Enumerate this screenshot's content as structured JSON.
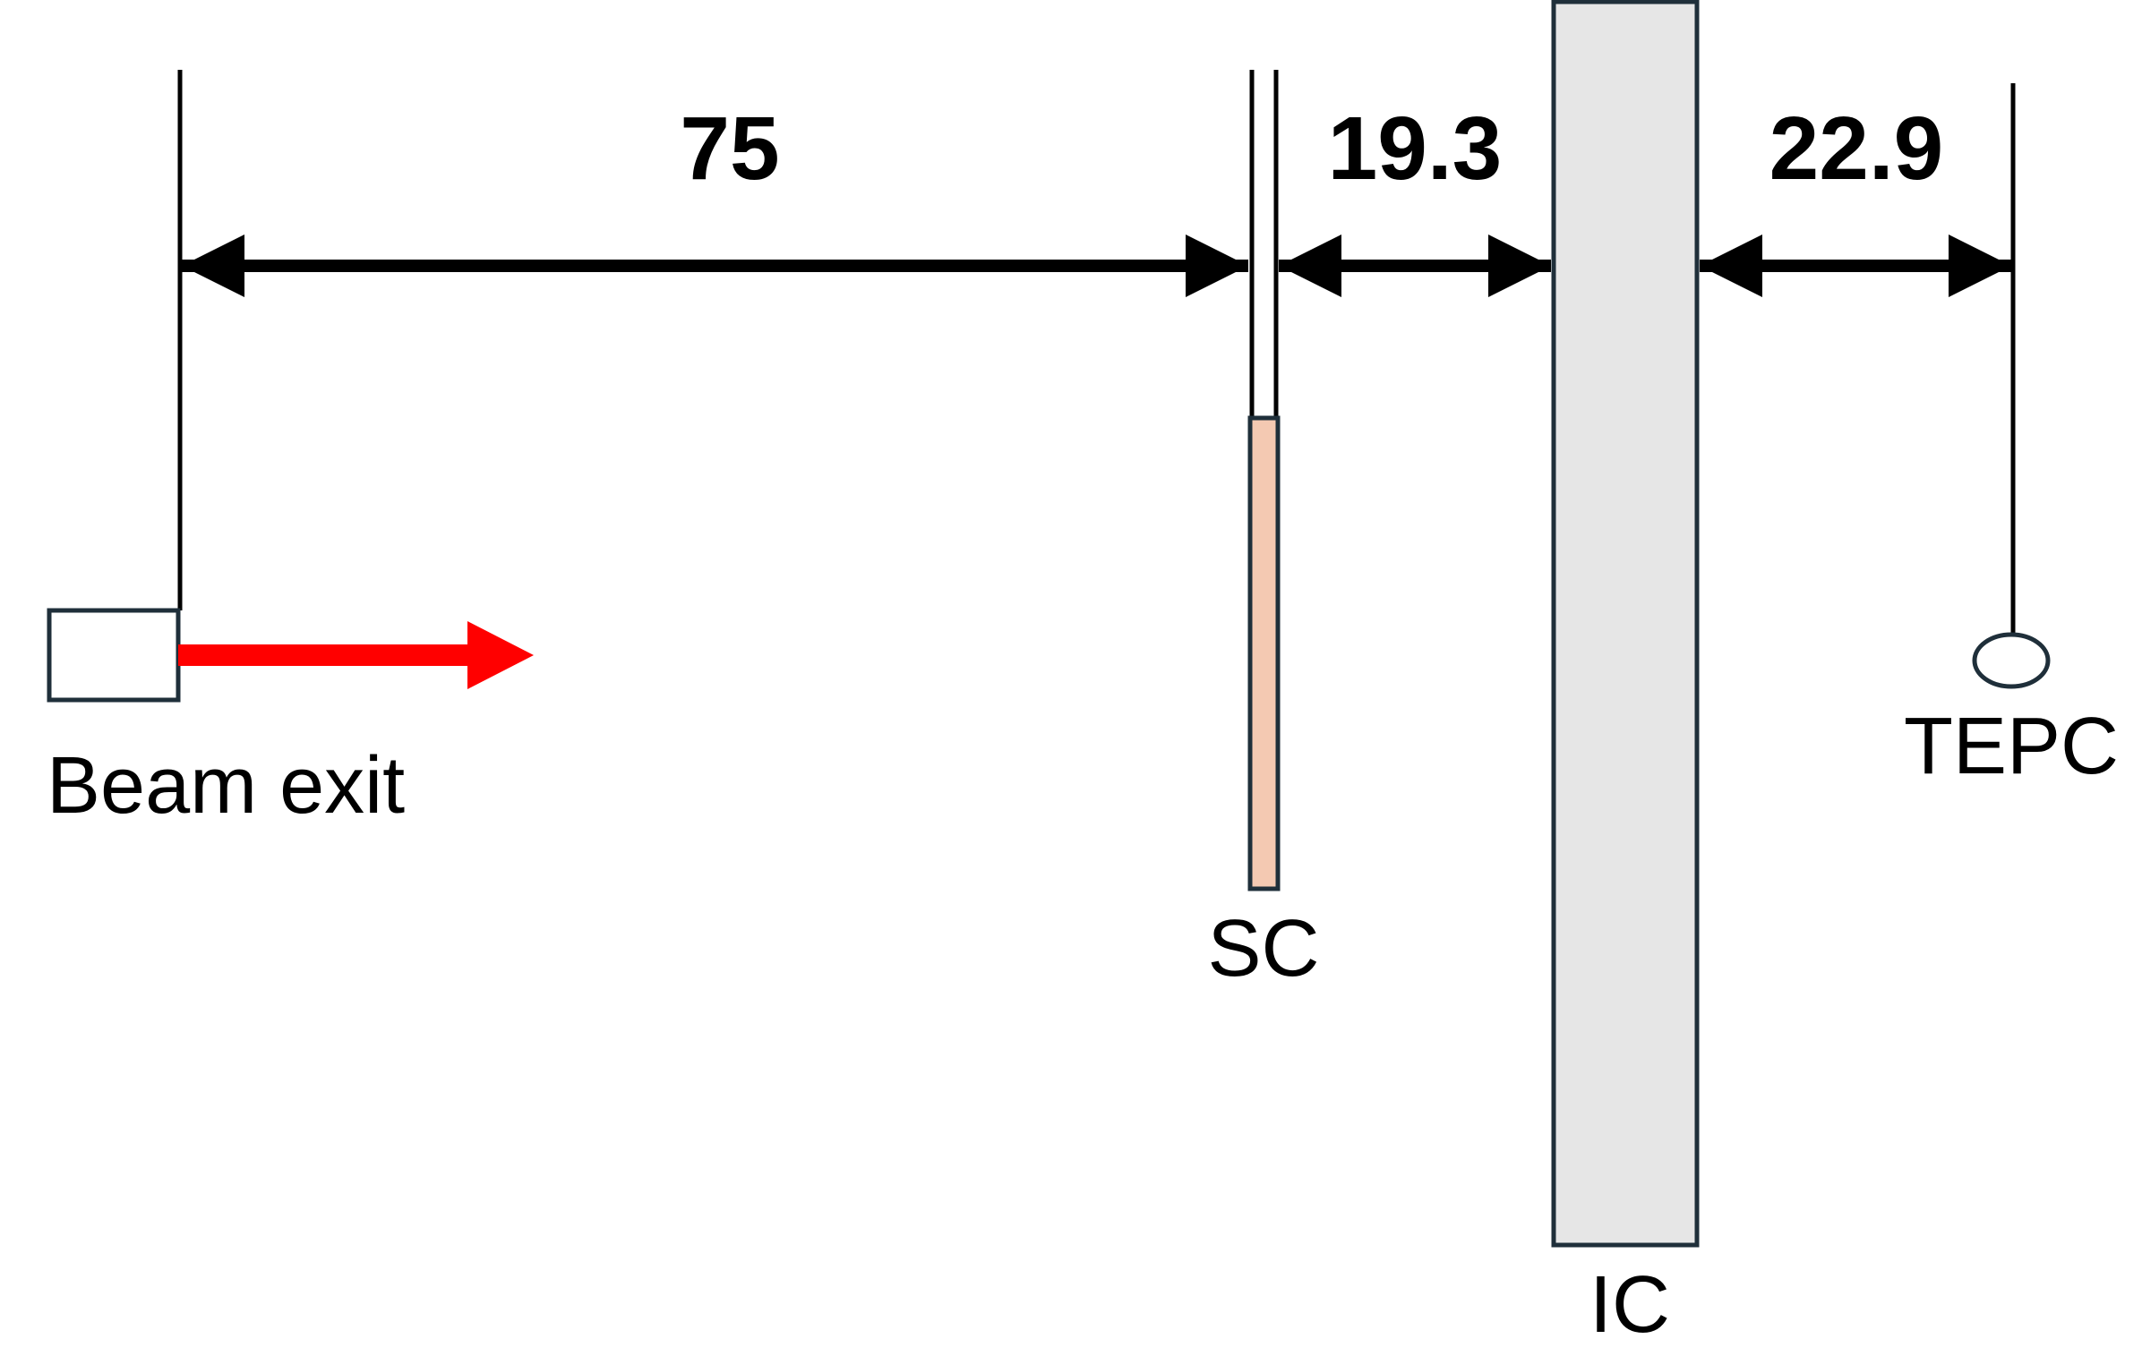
{
  "distances": {
    "beam_to_sc": "75",
    "sc_to_ic": "19.3",
    "ic_to_tepc": "22.9"
  },
  "labels": {
    "beam_exit": "Beam exit",
    "sc": "SC",
    "ic": "IC",
    "tepc": "TEPC"
  },
  "colors": {
    "beam_arrow": "#ff0000",
    "sc_fill": "#f4c9b2",
    "ic_fill": "#e6e6e6",
    "outline": "#1f2f3a",
    "dimension": "#000000"
  }
}
